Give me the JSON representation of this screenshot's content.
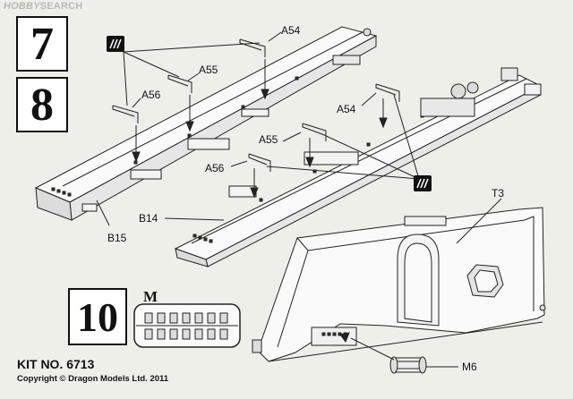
{
  "watermark": {
    "brand": "HOBBY",
    "suffix": "SEARCH"
  },
  "steps": {
    "step_7": "7",
    "step_8": "8",
    "step_10": "10"
  },
  "sprue": {
    "letter": "M"
  },
  "footer": {
    "kit_number": "KIT NO. 6713",
    "copyright": "Copyright © Dragon Models Ltd. 2011"
  },
  "part_labels": {
    "a54_top": "A54",
    "a55_top": "A55",
    "a56_top": "A56",
    "a54_bottom": "A54",
    "a55_bottom": "A55",
    "a56_bottom": "A56",
    "b15": "B15",
    "b14": "B14",
    "t3": "T3",
    "m6": "M6"
  },
  "icons": [
    "cement-glue-icon",
    "cement-glue-icon"
  ]
}
